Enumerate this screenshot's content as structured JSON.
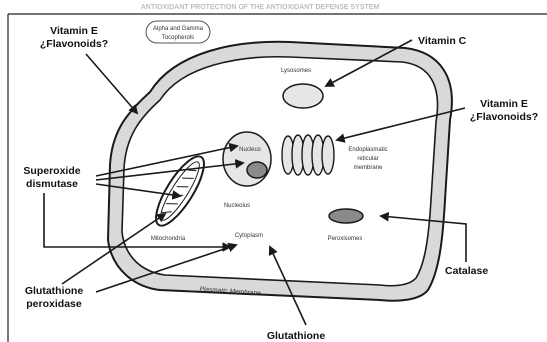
{
  "header_text": "ANTIOXIDANT PROTECTION OF THE ANTIOXIDANT DEFENSE SYSTEM",
  "labels": {
    "vitamin_e_left_1": "Vitamin E",
    "vitamin_e_left_2": "¿Flavonoids?",
    "tocopherols_1": "Alpha and Gamma",
    "tocopherols_2": "Tocopherols",
    "vitamin_c": "Vitamin C",
    "lysosomes": "Lysosomes",
    "vitamin_e_right_1": "Vitamin E",
    "vitamin_e_right_2": "¿Flavonoids?",
    "superoxide_1": "Superoxide",
    "superoxide_2": "dismutase",
    "nucleus": "Nucleus",
    "nucleolus": "Nucleolus",
    "er_1": "Endoplasmatic",
    "er_2": "reticular",
    "er_3": "membrane",
    "mitochondria": "Mitochondria",
    "cytoplasm": "Cytoplasm",
    "peroxisomes": "Peroxisomes",
    "catalase": "Catalase",
    "glutathione_peroxidase_1": "Glutathione",
    "glutathione_peroxidase_2": "peroxidase",
    "plasmatic_membrane": "Plasmatic Membrane",
    "glutathione": "Glutathione"
  },
  "colors": {
    "membrane_fill": "#d9d9d9",
    "organelle_fill": "#e6e6e6",
    "nucleolus_fill": "#8a8a8a",
    "stroke": "#1a1a1a"
  }
}
